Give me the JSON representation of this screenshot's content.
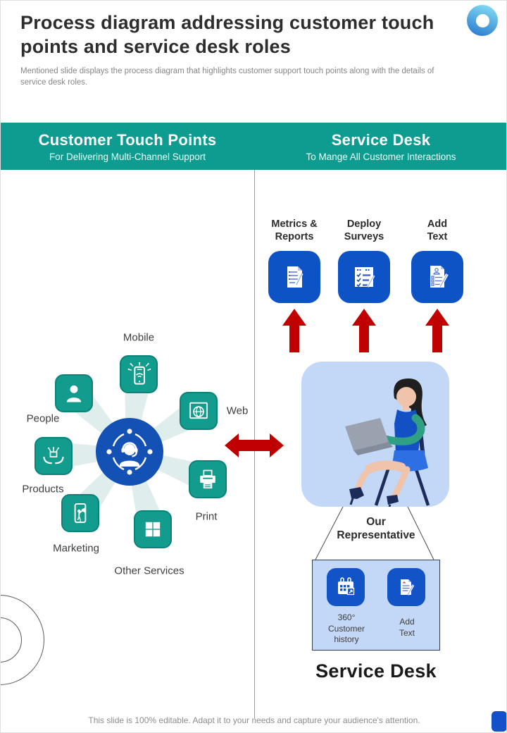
{
  "slide": {
    "title": "Process diagram addressing customer touch points and service desk roles",
    "subtitle": "Mentioned slide displays the process diagram that highlights customer support touch points along with the details of service desk roles.",
    "footer": "This slide is 100% editable. Adapt it to your needs and capture your audience's attention."
  },
  "header": {
    "left": {
      "title": "Customer Touch Points",
      "subtitle": "For Delivering Multi-Channel Support"
    },
    "right": {
      "title": "Service Desk",
      "subtitle": "To Mange All Customer Interactions"
    }
  },
  "touch_points": {
    "center_icon": "support-agent-cycle-icon",
    "nodes": [
      {
        "label": "Mobile",
        "icon": "mobile-phone-icon"
      },
      {
        "label": "People",
        "icon": "person-icon"
      },
      {
        "label": "Web",
        "icon": "globe-browser-icon"
      },
      {
        "label": "Products",
        "icon": "hands-product-icon"
      },
      {
        "label": "Print",
        "icon": "printer-icon"
      },
      {
        "label": "Marketing",
        "icon": "mobile-marketing-icon"
      },
      {
        "label": "Other Services",
        "icon": "grid-icon"
      }
    ]
  },
  "service_desk": {
    "actions": [
      {
        "label": "Metrics &\nReports",
        "icon": "report-document-icon"
      },
      {
        "label": "Deploy\nSurveys",
        "icon": "survey-checklist-icon"
      },
      {
        "label": "Add\nText",
        "icon": "document-edit-icon"
      }
    ],
    "representative_label": "Our\nRepresentative",
    "detail_items": [
      {
        "label": "360°\nCustomer\nhistory",
        "icon": "calendar-export-icon"
      },
      {
        "label": "Add\nText",
        "icon": "note-edit-icon"
      }
    ],
    "section_title": "Service Desk"
  },
  "colors": {
    "teal_band": "#0f9c90",
    "node_teal": "#129c8e",
    "hub_blue": "#1351b5",
    "action_blue": "#0e53c6",
    "arrow_red": "#c00000",
    "light_blue_panel": "#c3d7f6"
  }
}
